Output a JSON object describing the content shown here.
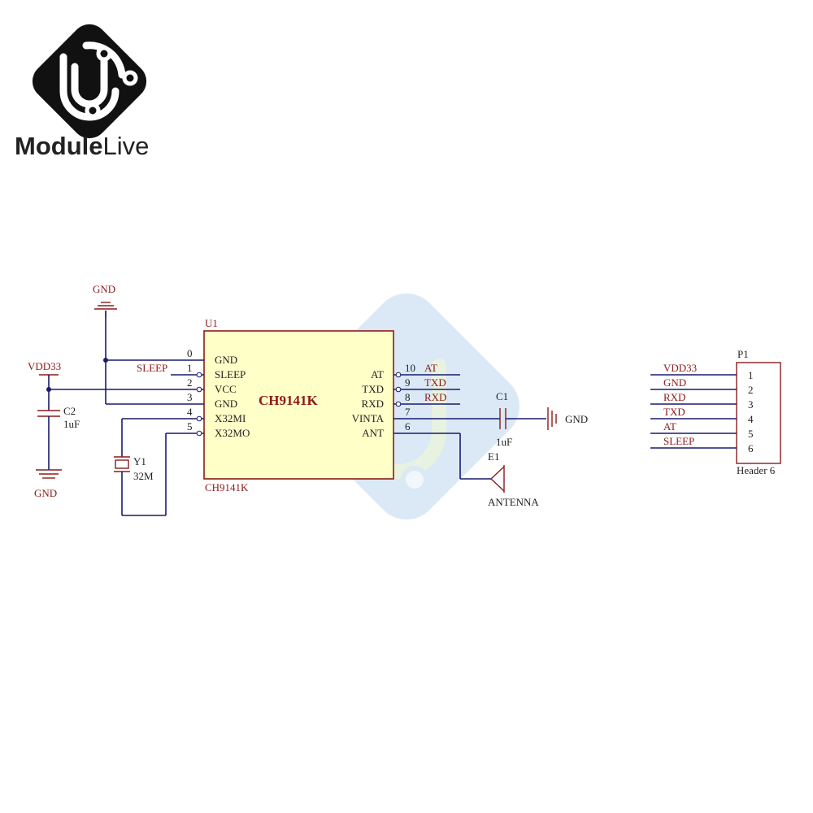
{
  "logo": {
    "brand_bold": "Module",
    "brand_light": "Live",
    "icon": "module-live-logo"
  },
  "colors": {
    "ic_fill": "#ffffc8",
    "ic_border": "#8b1a1a",
    "label_red": "#8b1a1a",
    "wire_blue": "#1a1a6e",
    "watermark": "#bcd8ee"
  },
  "u1": {
    "ref": "U1",
    "name": "CH9141K",
    "footer": "CH9141K",
    "left_pins": [
      {
        "num": "0",
        "name": "GND"
      },
      {
        "num": "1",
        "name": "SLEEP"
      },
      {
        "num": "2",
        "name": "VCC"
      },
      {
        "num": "3",
        "name": "GND"
      },
      {
        "num": "4",
        "name": "X32MI"
      },
      {
        "num": "5",
        "name": "X32MO"
      }
    ],
    "right_pins": [
      {
        "num": "10",
        "name": "AT",
        "net": "AT"
      },
      {
        "num": "9",
        "name": "TXD",
        "net": "TXD"
      },
      {
        "num": "8",
        "name": "RXD",
        "net": "RXD"
      },
      {
        "num": "7",
        "name": "VINTA",
        "net": ""
      },
      {
        "num": "6",
        "name": "ANT",
        "net": ""
      }
    ]
  },
  "nets": {
    "gnd_top": "GND",
    "vdd": "VDD33",
    "gnd_bottom": "GND",
    "sleep": "SLEEP",
    "gnd_right": "GND"
  },
  "c2": {
    "ref": "C2",
    "value": "1uF"
  },
  "c1": {
    "ref": "C1",
    "value": "1uF"
  },
  "y1": {
    "ref": "Y1",
    "value": "32M"
  },
  "e1": {
    "ref": "E1",
    "value": "ANTENNA"
  },
  "p1": {
    "ref": "P1",
    "footer": "Header 6",
    "pins": [
      {
        "num": "1",
        "net": "VDD33"
      },
      {
        "num": "2",
        "net": "GND"
      },
      {
        "num": "3",
        "net": "RXD"
      },
      {
        "num": "4",
        "net": "TXD"
      },
      {
        "num": "5",
        "net": "AT"
      },
      {
        "num": "6",
        "net": "SLEEP"
      }
    ]
  }
}
